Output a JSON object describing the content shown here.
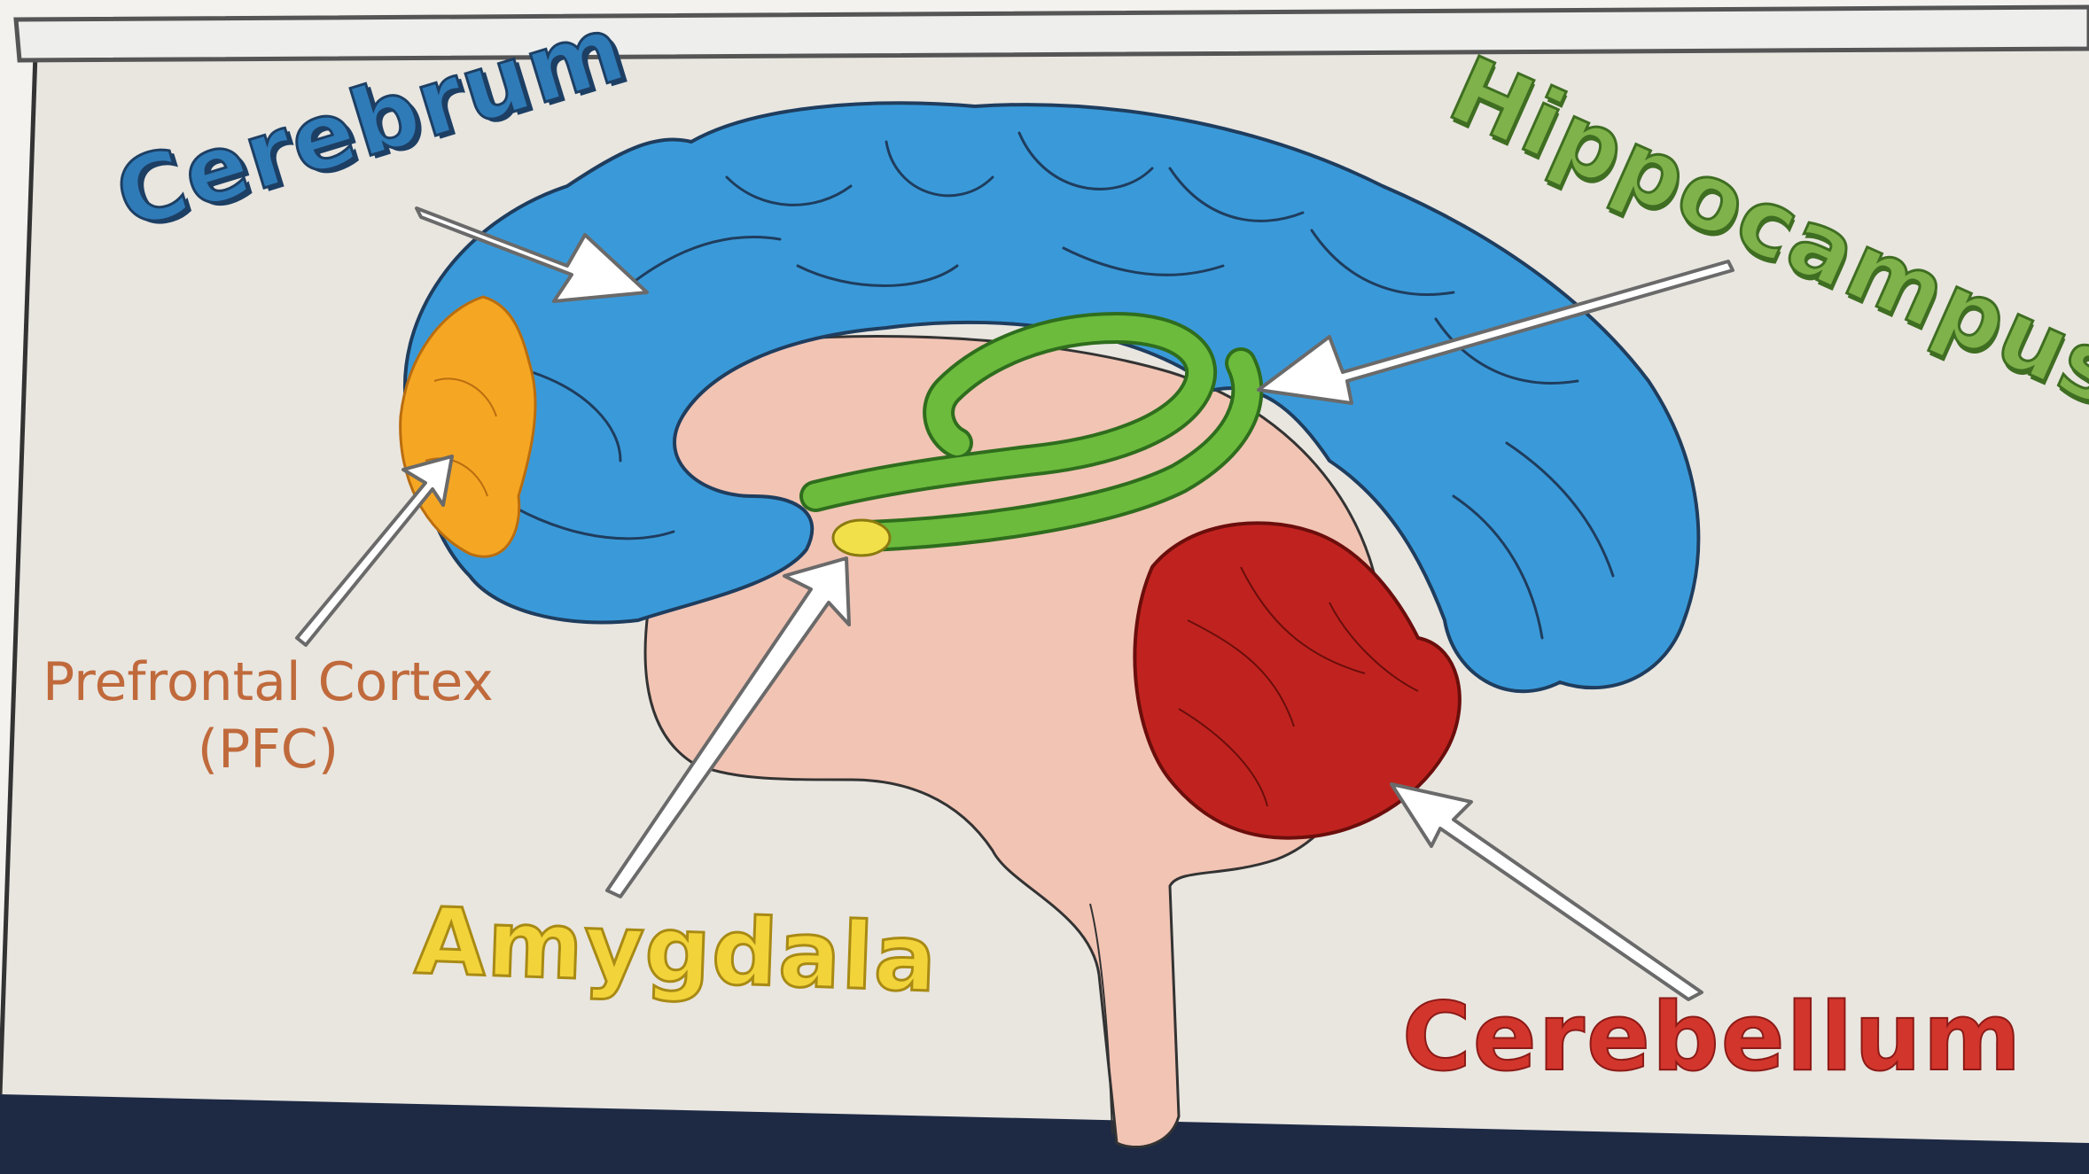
{
  "labels": {
    "cerebrum": "Cerebrum",
    "hippocampus": "Hippocampus",
    "pfc_line1": "Prefrontal Cortex",
    "pfc_line2": "(PFC)",
    "amygdala": "Amygdala",
    "cerebellum": "Cerebellum"
  },
  "colors": {
    "cerebrum": "#3a9ad9",
    "prefrontal_cortex": "#f5a623",
    "hippocampus": "#6cbb3c",
    "amygdala": "#f2e04a",
    "cerebellum": "#c0231f",
    "brainstem": "#f2c4b4",
    "poster_background": "#e9e6e0"
  }
}
